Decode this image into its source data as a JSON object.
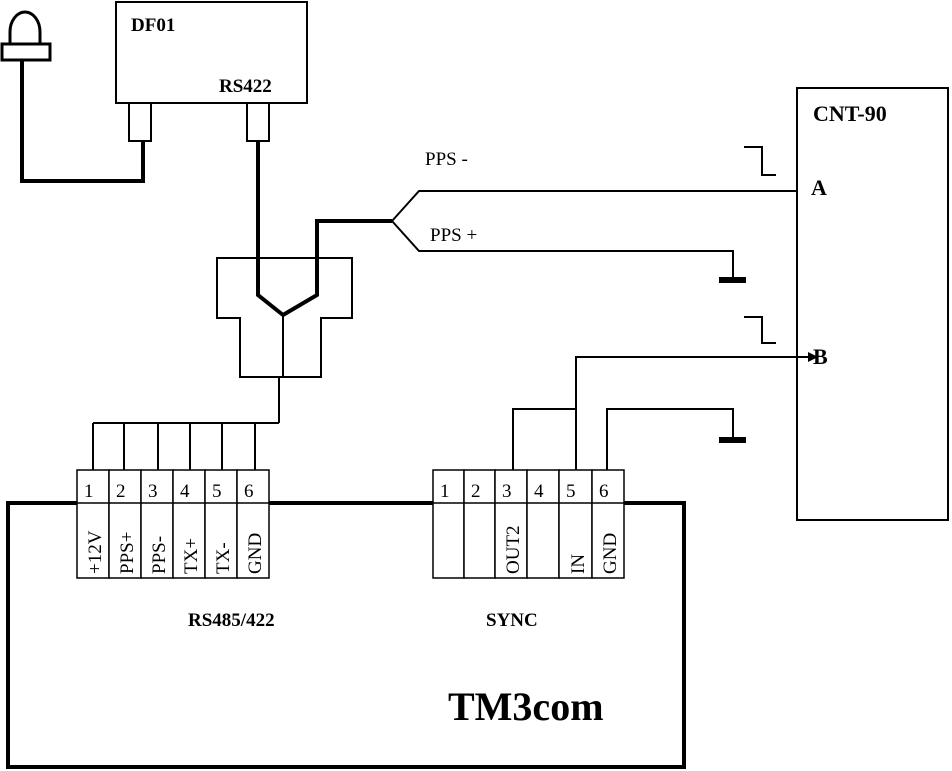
{
  "devices": {
    "receiver": {
      "name": "DF01",
      "port": "RS422"
    },
    "counter": {
      "name": "CNT-90",
      "input_a": "A",
      "input_b": "B"
    },
    "main": {
      "name": "TM3com"
    }
  },
  "signals": {
    "pps_minus": "PPS -",
    "pps_plus": "PPS +"
  },
  "connectors": {
    "rs485": {
      "label": "RS485/422",
      "pins": [
        {
          "num": "1",
          "name": "+12V"
        },
        {
          "num": "2",
          "name": "PPS+"
        },
        {
          "num": "3",
          "name": "PPS-"
        },
        {
          "num": "4",
          "name": "TX+"
        },
        {
          "num": "5",
          "name": "TX-"
        },
        {
          "num": "6",
          "name": "GND"
        }
      ]
    },
    "sync": {
      "label": "SYNC",
      "pins": [
        {
          "num": "1",
          "name": ""
        },
        {
          "num": "2",
          "name": ""
        },
        {
          "num": "3",
          "name": "OUT2"
        },
        {
          "num": "4",
          "name": ""
        },
        {
          "num": "5",
          "name": "IN"
        },
        {
          "num": "6",
          "name": "GND"
        }
      ]
    }
  }
}
